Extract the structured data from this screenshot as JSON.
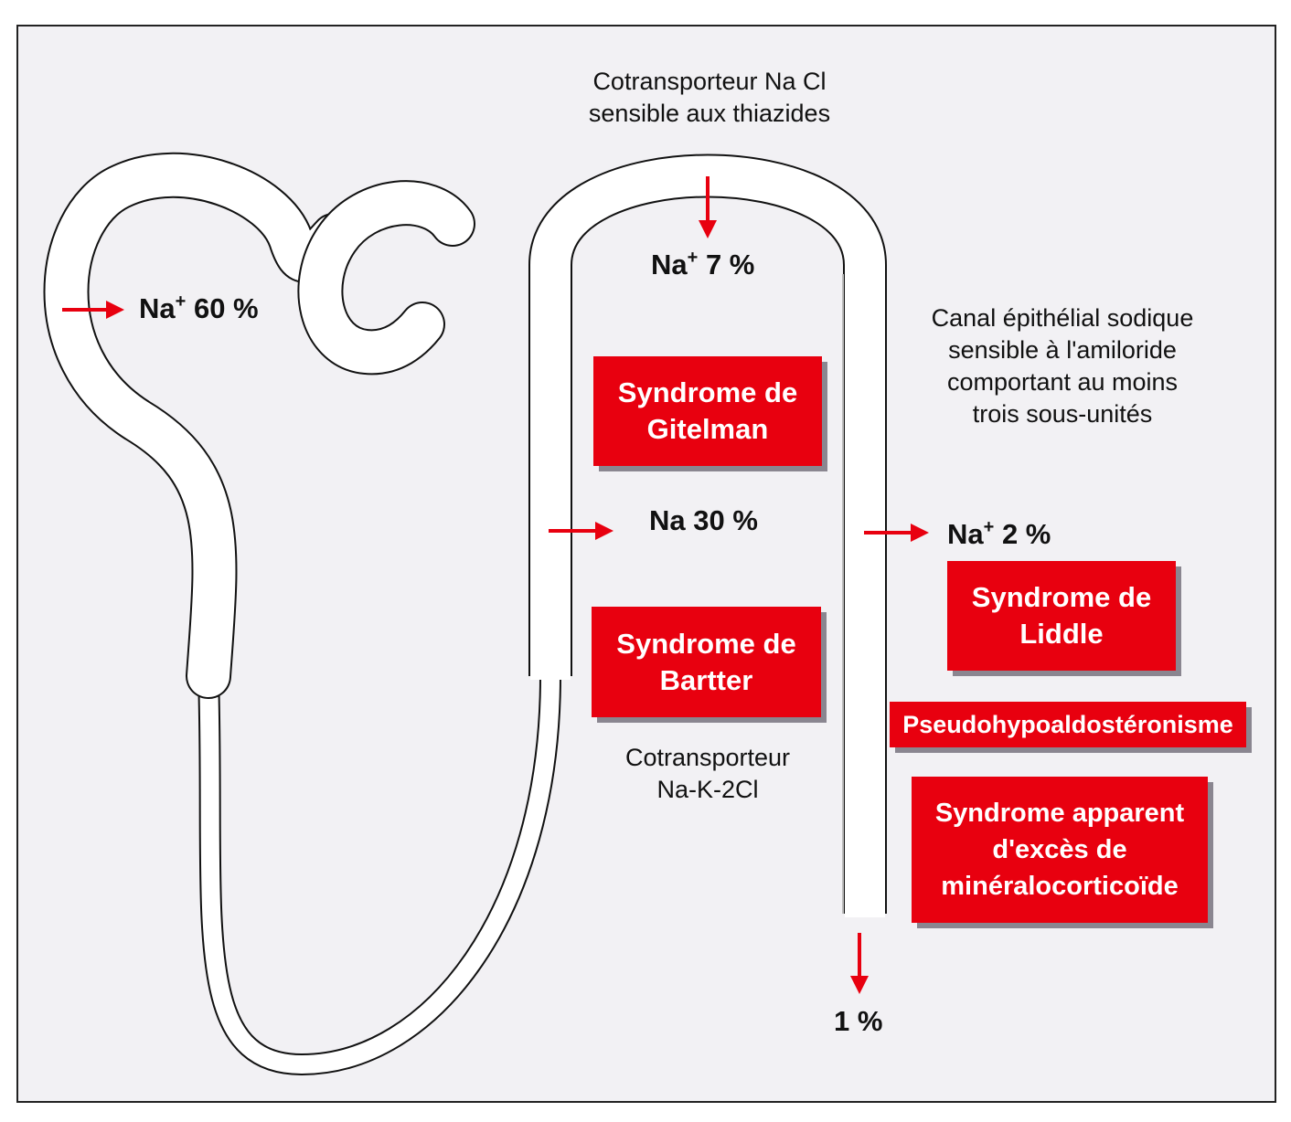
{
  "labels": {
    "cotransporteur_nacl": "Cotransporteur Na Cl\nsensible aux thiazides",
    "canal_epithelial": "Canal épithélial sodique\nsensible à l'amiloride\ncomportant au moins\ntrois sous-unités",
    "cotransporteur_nak2cl": "Cotransporteur\nNa-K-2Cl"
  },
  "percentages": {
    "proximal": {
      "ion": "Na",
      "charge": "+",
      "value": "60 %"
    },
    "distal": {
      "ion": "Na",
      "charge": "+",
      "value": "7 %"
    },
    "loop": {
      "ion": "Na",
      "value": "30 %"
    },
    "collecting": {
      "ion": "Na",
      "charge": "+",
      "value": "2 %"
    },
    "excreted": {
      "value": "1 %"
    }
  },
  "syndromes": {
    "gitelman": "Syndrome de\nGitelman",
    "bartter": "Syndrome de\nBartter",
    "liddle": "Syndrome de\nLiddle",
    "pseudohypo": "Pseudohypoaldostéronisme",
    "apparent": "Syndrome apparent\nd'excès de\nminéralocorticoïde"
  },
  "colors": {
    "syndrome_fill": "#e8000f",
    "arrow": "#e8000f",
    "background": "#f2f1f4",
    "tubule_fill": "#ffffff",
    "outline": "#111111"
  }
}
